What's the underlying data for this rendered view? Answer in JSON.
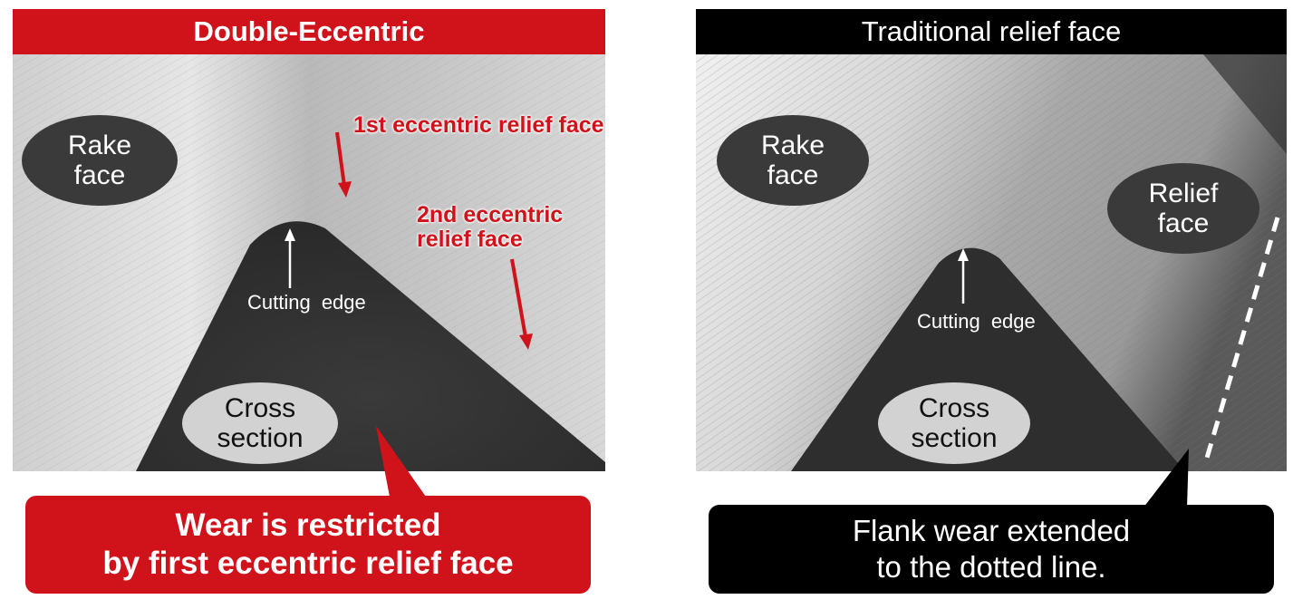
{
  "left": {
    "title": "Double-Eccentric",
    "rake_face": [
      "Rake",
      "face"
    ],
    "cross_section": [
      "Cross",
      "section"
    ],
    "cutting_edge": "Cutting edge",
    "first_relief": "1st eccentric relief face",
    "second_relief": [
      "2nd eccentric",
      "relief face"
    ],
    "callout": [
      "Wear is restricted",
      "by first eccentric relief face"
    ],
    "accent": "#d0121b"
  },
  "right": {
    "title": "Traditional relief face",
    "rake_face": [
      "Rake",
      "face"
    ],
    "relief_face": [
      "Relief",
      "face"
    ],
    "cross_section": [
      "Cross",
      "section"
    ],
    "cutting_edge": "Cutting edge",
    "callout": [
      "Flank wear extended",
      "to the dotted line."
    ],
    "accent": "#000000"
  }
}
